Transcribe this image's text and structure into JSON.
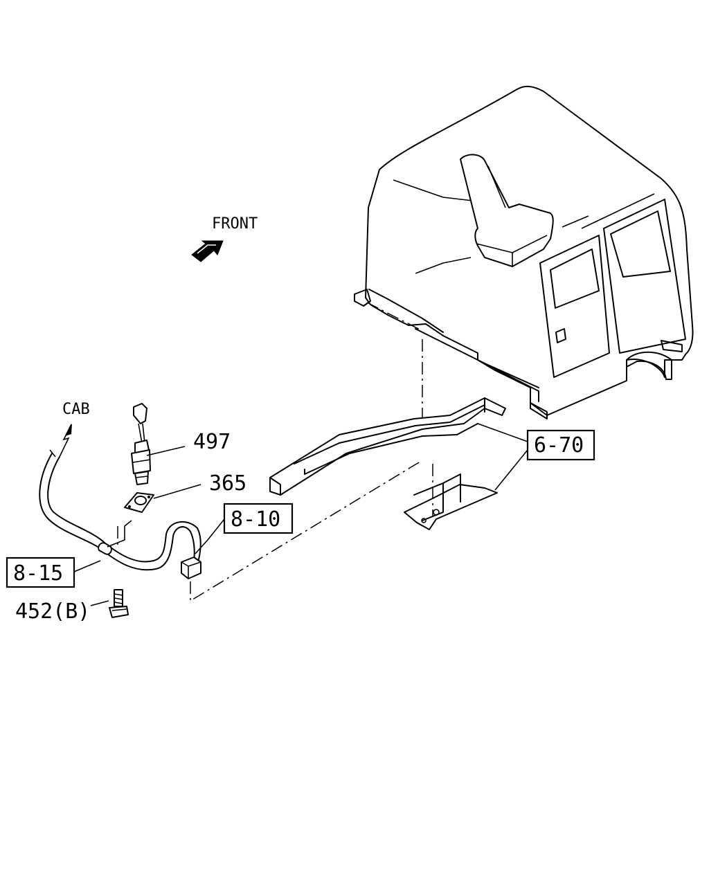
{
  "labels": {
    "front": "FRONT",
    "cab": "CAB",
    "part_497": "497",
    "part_365": "365",
    "part_452b": "452(B)",
    "ref_8_10": "8-10",
    "ref_8_15": "8-15",
    "ref_6_70": "6-70"
  }
}
